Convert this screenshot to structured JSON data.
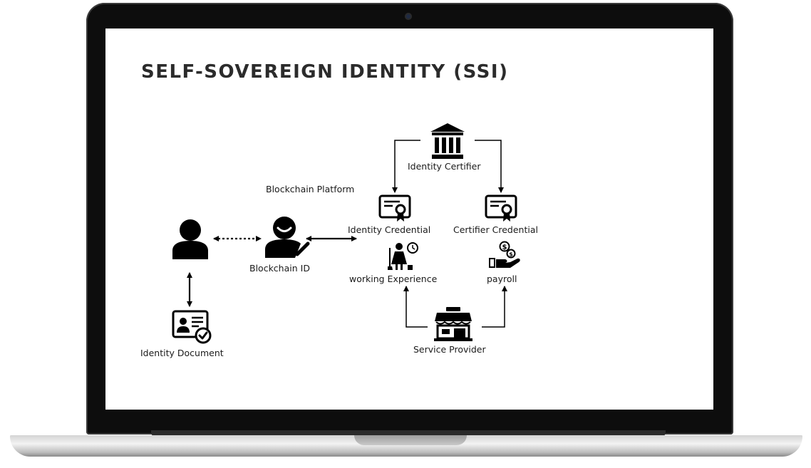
{
  "slide": {
    "title": "SELF-SOVEREIGN IDENTITY (SSI)"
  },
  "nodes": {
    "identity_certifier": {
      "label": "Identity Certifier",
      "icon": "bank-building-icon"
    },
    "blockchain_platform": {
      "label": "Blockchain Platform"
    },
    "identity_credential": {
      "label": "Identity Credential",
      "icon": "certificate-icon"
    },
    "certifier_credential": {
      "label": "Certifier Credential",
      "icon": "certificate-icon"
    },
    "user": {
      "icon": "user-silhouette-icon"
    },
    "blockchain_id": {
      "label": "Blockchain ID",
      "icon": "verified-user-icon"
    },
    "working_experience": {
      "label": "working Experience",
      "icon": "worker-clock-icon"
    },
    "payroll": {
      "label": "payroll",
      "icon": "hand-money-icon"
    },
    "identity_document": {
      "label": "Identity Document",
      "icon": "id-card-check-icon"
    },
    "service_provider": {
      "label": "Service Provider",
      "icon": "storefront-icon"
    }
  },
  "colors": {
    "ink": "#000000",
    "title": "#2b2b2b",
    "bezel": "#0d0d0d"
  }
}
